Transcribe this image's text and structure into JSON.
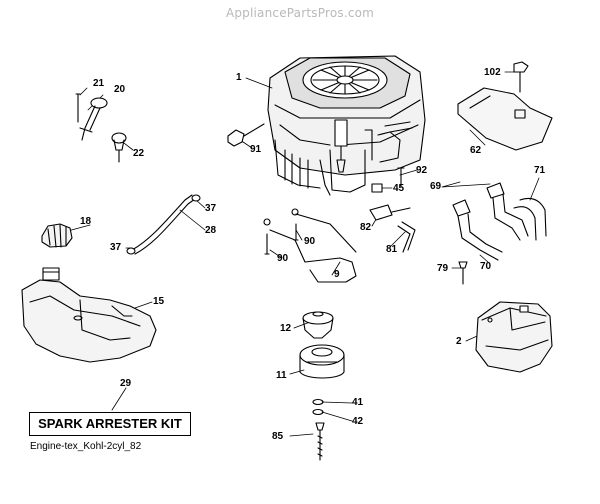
{
  "header": {
    "watermark": "AppliancePartsPros.com"
  },
  "diagram": {
    "callouts": [
      {
        "id": "p1",
        "text": "1"
      },
      {
        "id": "p2",
        "text": "2"
      },
      {
        "id": "p9",
        "text": "9"
      },
      {
        "id": "p11",
        "text": "11"
      },
      {
        "id": "p12",
        "text": "12"
      },
      {
        "id": "p15",
        "text": "15"
      },
      {
        "id": "p18",
        "text": "18"
      },
      {
        "id": "p20",
        "text": "20"
      },
      {
        "id": "p21",
        "text": "21"
      },
      {
        "id": "p22",
        "text": "22"
      },
      {
        "id": "p28",
        "text": "28"
      },
      {
        "id": "p29",
        "text": "29"
      },
      {
        "id": "p37a",
        "text": "37"
      },
      {
        "id": "p37b",
        "text": "37"
      },
      {
        "id": "p41",
        "text": "41"
      },
      {
        "id": "p42",
        "text": "42"
      },
      {
        "id": "p45",
        "text": "45"
      },
      {
        "id": "p62",
        "text": "62"
      },
      {
        "id": "p69",
        "text": "69"
      },
      {
        "id": "p70",
        "text": "70"
      },
      {
        "id": "p71",
        "text": "71"
      },
      {
        "id": "p79",
        "text": "79"
      },
      {
        "id": "p81",
        "text": "81"
      },
      {
        "id": "p82",
        "text": "82"
      },
      {
        "id": "p85",
        "text": "85"
      },
      {
        "id": "p90a",
        "text": "90"
      },
      {
        "id": "p90b",
        "text": "90"
      },
      {
        "id": "p91",
        "text": "91"
      },
      {
        "id": "p92",
        "text": "92"
      },
      {
        "id": "p102",
        "text": "102"
      }
    ],
    "kit_label": "SPARK ARRESTER KIT",
    "caption": "Engine-tex_Kohl-2cyl_82"
  }
}
